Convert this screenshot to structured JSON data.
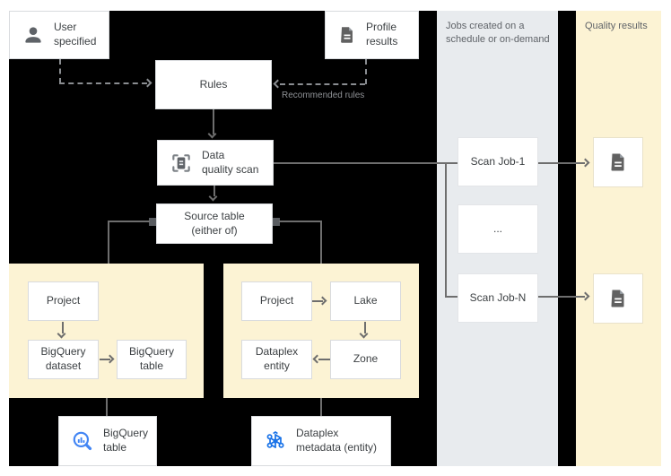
{
  "colors": {
    "page_background": "#ffffff",
    "flow_area_background": "#000000",
    "jobs_column_background": "#e8ebee",
    "results_column_background": "#fcf3d4",
    "source_panel_background": "#fcf3d4",
    "node_fill": "#ffffff",
    "node_border": "#d9dbde",
    "connector_gray": "#6e6e6e",
    "dashed_connector_gray": "#8a8d91",
    "icon_gray": "#5f6368",
    "brand_blue": "#1a73e8"
  },
  "nodes": {
    "user_specified": "User\nspecified",
    "profile_results": "Profile\nresults",
    "rules": "Rules",
    "data_quality_scan": "Data\nquality scan",
    "source_table": "Source table\n(either of)",
    "bq_project": "Project",
    "bigquery_dataset": "BigQuery\ndataset",
    "bigquery_table": "BigQuery\ntable",
    "dp_project": "Project",
    "lake": "Lake",
    "dataplex_entity": "Dataplex\nentity",
    "zone": "Zone",
    "scan_job_1": "Scan Job-1",
    "scan_job_ellipsis": "...",
    "scan_job_n": "Scan Job-N",
    "bigquery_table_output": "BigQuery\ntable",
    "dataplex_metadata_output": "Dataplex\nmetadata (entity)"
  },
  "labels": {
    "recommended_rules": "Recommended rules",
    "jobs_column_header": "Jobs created on a\nschedule or on-demand",
    "results_column_header": "Quality results"
  },
  "icons": {
    "user_specified": "person-icon",
    "profile_results": "document-icon",
    "data_quality_scan": "scan-document-icon",
    "bigquery_table_output": "bigquery-magnifier-icon",
    "dataplex_metadata_output": "dataplex-network-icon",
    "quality_result": "document-icon"
  }
}
